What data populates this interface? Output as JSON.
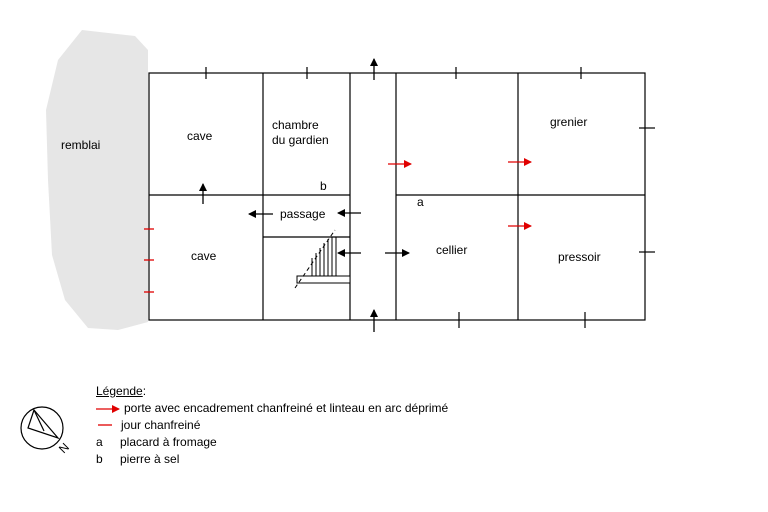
{
  "colors": {
    "wall": "#000000",
    "door_arrow": "#e00000",
    "jour": "#e00000",
    "remblai_fill": "#e6e6e6"
  },
  "labels": {
    "remblai": "remblai",
    "cave_top": "cave",
    "chambre": "chambre\ndu gardien",
    "b_marker": "b",
    "passage": "passage",
    "cave_bottom": "cave",
    "a_marker": "a",
    "cellier": "cellier",
    "grenier": "grenier",
    "pressoir": "pressoir"
  },
  "legend": {
    "title": "Légende",
    "title_suffix": " :",
    "items": [
      {
        "key": "red-arrow",
        "text": "porte avec encadrement chanfreiné et linteau en arc déprimé"
      },
      {
        "key": "red-dash",
        "text": "jour chanfreiné"
      },
      {
        "key": "a",
        "text": "placard à fromage"
      },
      {
        "key": "b",
        "text": "pierre à sel"
      }
    ]
  },
  "compass": {
    "north_label": "N",
    "icon": "north-arrow-icon"
  }
}
